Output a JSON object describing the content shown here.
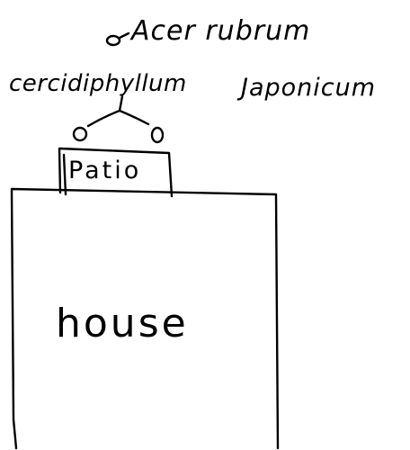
{
  "diagram": {
    "trees": [
      {
        "name": "Acer rubrum",
        "count": 1
      },
      {
        "name_part1": "cercidiphyllum",
        "name_part2": "Japonicum",
        "count": 2
      }
    ],
    "areas": {
      "patio": "Patio",
      "house": "house"
    }
  }
}
